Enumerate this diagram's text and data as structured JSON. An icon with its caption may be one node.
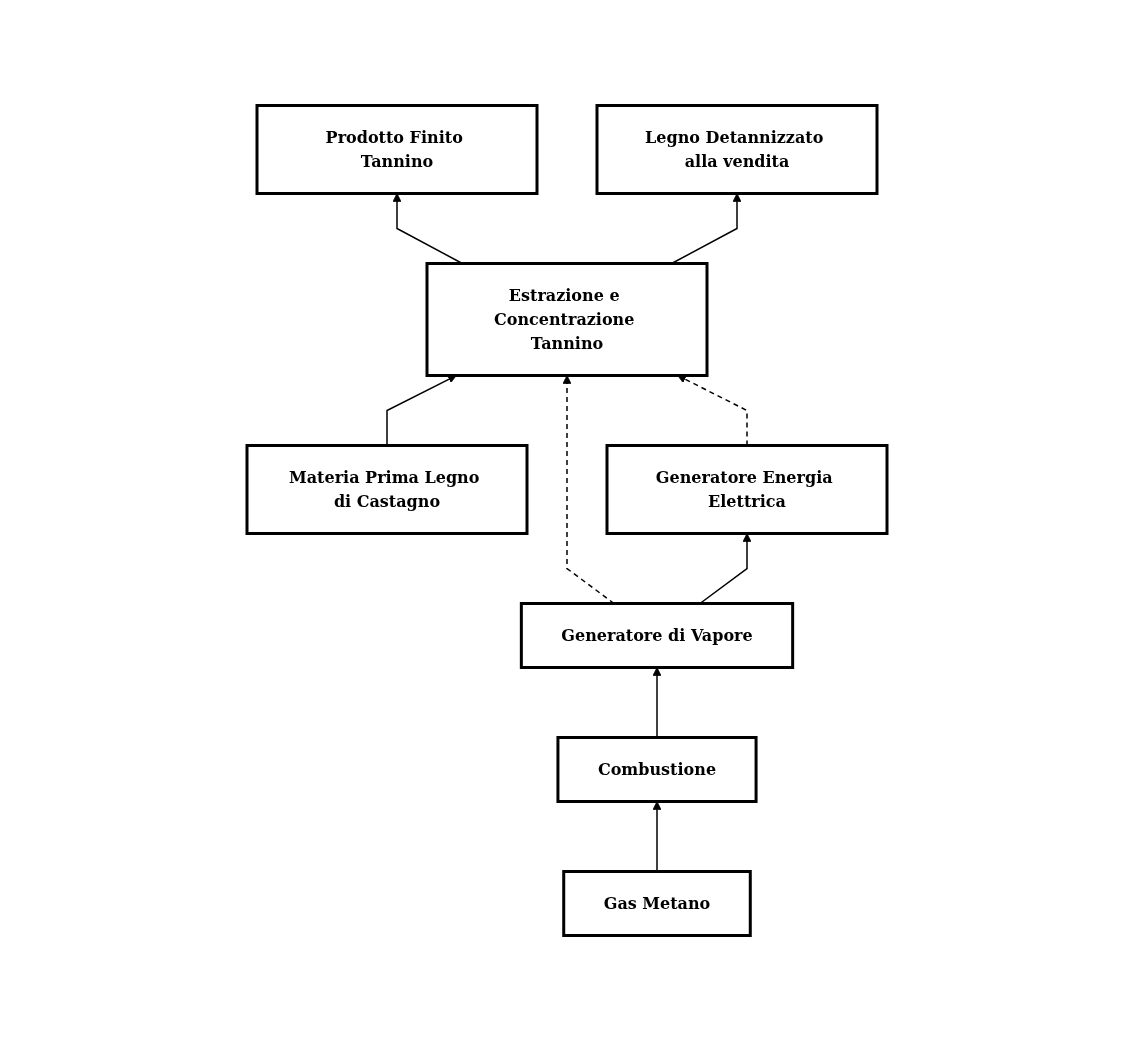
{
  "diagram": {
    "nodes": [
      {
        "text": [
          "Materia Prima Legno di Castagno"
        ]
      },
      {
        "text": [
          "Estrazione e Concentrazione Tannino"
        ]
      },
      {
        "text": [
          "Prodotto Finito Tannino"
        ]
      },
      {
        "text": [
          "Legno Detannizzato alla vendita"
        ]
      },
      {
        "text": [
          "Generatore di Vapore"
        ]
      },
      {
        "text": [
          "Generatore Energia Elettrica"
        ]
      },
      {
        "text": [
          "Combustione"
        ]
      },
      {
        "text": [
          "Gas Metano"
        ]
      }
    ],
    "edges": [
      {
        "from": 0,
        "to": 1,
        "arrow": "to"
      },
      {
        "from": 1,
        "to": 2,
        "arrow": "to"
      },
      {
        "from": 1,
        "to": 3,
        "arrow": "to"
      },
      {
        "from": 4,
        "to": 1,
        "arrow": "to",
        "style": "dashed"
      },
      {
        "from": 5,
        "to": 1,
        "arrow": "to",
        "style": "dashed"
      },
      {
        "from": 4,
        "to": 5,
        "arrow": "to"
      },
      {
        "from": 6,
        "to": 4,
        "arrow": "to"
      },
      {
        "from": 7,
        "to": 6,
        "arrow": "to"
      }
    ]
  }
}
